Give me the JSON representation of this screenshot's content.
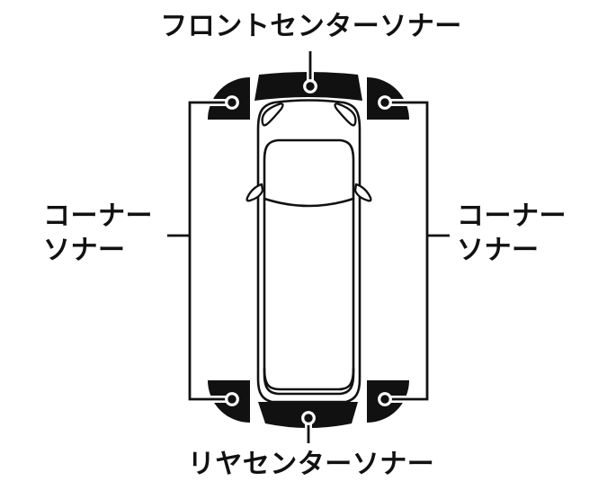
{
  "diagram": {
    "kind": "vehicle-top-view-sonar-locations",
    "vehicle_view": "top (front of car at top of image)"
  },
  "colors": {
    "background": "#ffffff",
    "ink": "#111111",
    "zone_fill": "#111111",
    "sensor_ring": "#ffffff"
  },
  "labels": {
    "front_center_sonar": "フロントセンターソナー",
    "rear_center_sonar": "リヤセンターソナー",
    "corner_sonar_left": {
      "line1": "コーナー",
      "line2": "ソナー"
    },
    "corner_sonar_right": {
      "line1": "コーナー",
      "line2": "ソナー"
    }
  },
  "zones": [
    {
      "name": "front-left-corner-zone",
      "sensor_points": 1
    },
    {
      "name": "front-center-zone",
      "sensor_points": 1
    },
    {
      "name": "front-right-corner-zone",
      "sensor_points": 1
    },
    {
      "name": "rear-left-corner-zone",
      "sensor_points": 1
    },
    {
      "name": "rear-center-zone",
      "sensor_points": 1
    },
    {
      "name": "rear-right-corner-zone",
      "sensor_points": 1
    }
  ]
}
